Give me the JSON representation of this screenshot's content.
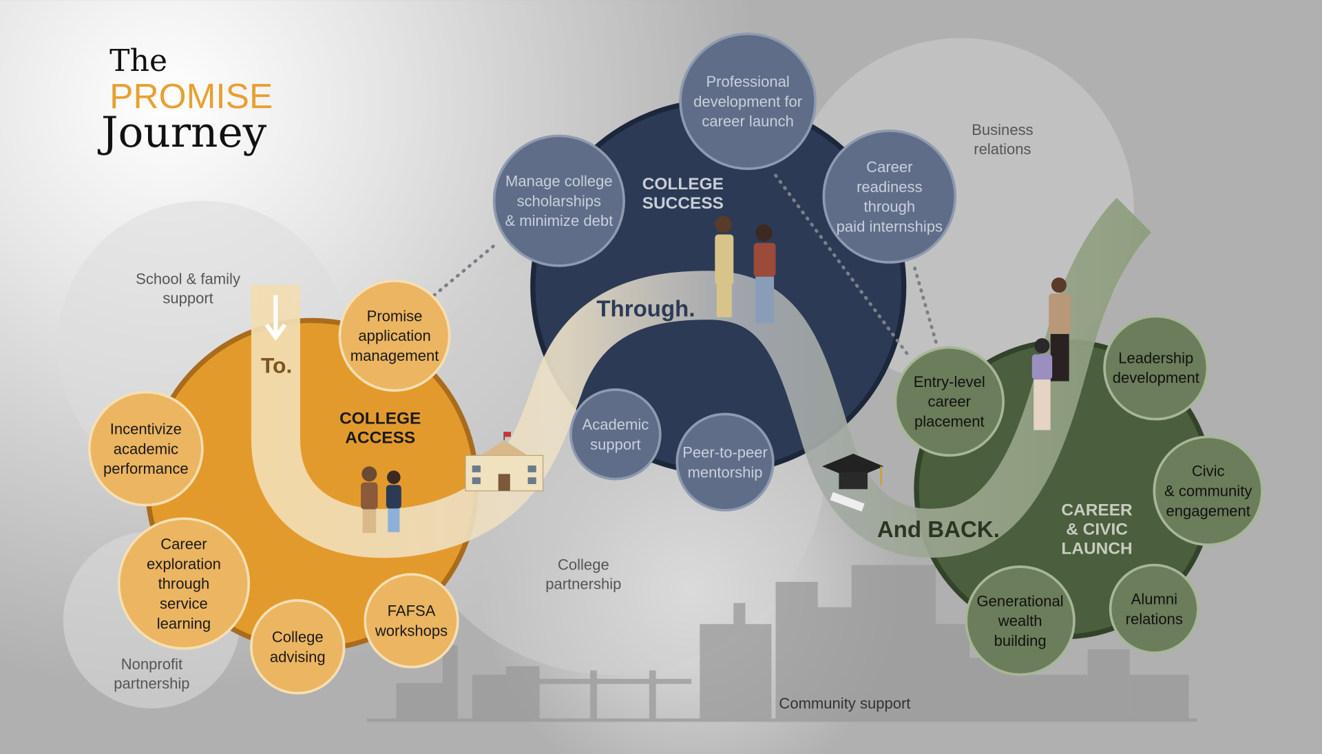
{
  "title": {
    "line1": "The",
    "line2": "PROMISE",
    "line3": "Journey"
  },
  "path_words": {
    "to": "To.",
    "through": "Through.",
    "and_back": "And BACK."
  },
  "hubs": {
    "college_access": [
      "COLLEGE",
      "ACCESS"
    ],
    "college_success": [
      "COLLEGE",
      "SUCCESS"
    ],
    "career_launch": [
      "CAREER",
      "& CIVIC",
      "LAUNCH"
    ]
  },
  "partners": {
    "school_family": [
      "School & family",
      "support"
    ],
    "nonprofit": [
      "Nonprofit",
      "partnership"
    ],
    "college": [
      "College",
      "partnership"
    ],
    "business": [
      "Business",
      "relations"
    ],
    "community": [
      "Community support"
    ]
  },
  "nodes": {
    "access": [
      [
        "Promise",
        "application",
        "management"
      ],
      [
        "Incentivize",
        "academic",
        "performance"
      ],
      [
        "Career",
        "exploration",
        "through",
        "service",
        "learning"
      ],
      [
        "College",
        "advising"
      ],
      [
        "FAFSA",
        "workshops"
      ]
    ],
    "success": [
      [
        "Professional",
        "development for",
        "career launch"
      ],
      [
        "Manage college",
        "scholarships",
        "& minimize debt"
      ],
      [
        "Career",
        "readiness",
        "through",
        "paid internships"
      ],
      [
        "Academic",
        "support"
      ],
      [
        "Peer-to-peer",
        "mentorship"
      ]
    ],
    "career": [
      [
        "Entry-level",
        "career",
        "placement"
      ],
      [
        "Leadership",
        "development"
      ],
      [
        "Civic",
        "& community",
        "engagement"
      ],
      [
        "Generational",
        "wealth",
        "building"
      ],
      [
        "Alumni",
        "relations"
      ]
    ]
  },
  "colors": {
    "orange": "#e39a2d",
    "navy": "#2c3a55",
    "green": "#4b5e3d",
    "title_orange": "#e8a030"
  }
}
